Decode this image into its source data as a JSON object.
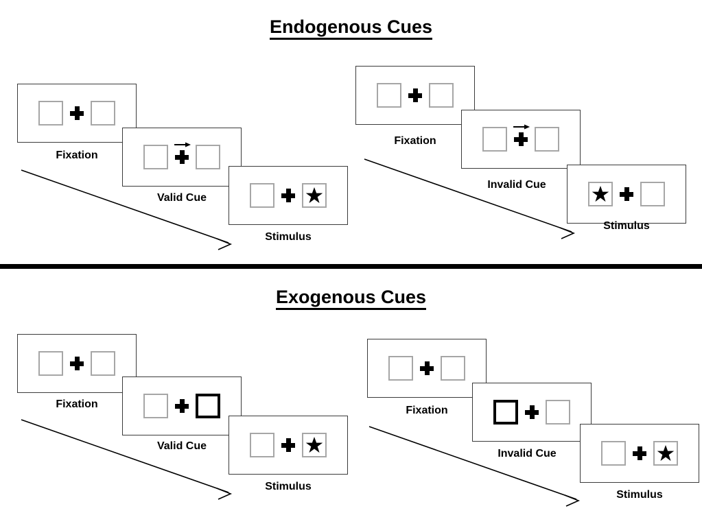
{
  "figure": {
    "title_top": "Endogenous Cues",
    "title_bottom": "Exogenous Cues"
  },
  "sections": [
    {
      "id": "endogenous",
      "title": "Endogenous Cues",
      "cue_type": "central-arrow",
      "groups": [
        {
          "id": "endogenous-valid",
          "condition": "valid",
          "frames": [
            {
              "caption": "Fixation",
              "left_box": "empty",
              "right_box": "empty",
              "cue": "none",
              "center": "fixation-cross"
            },
            {
              "caption": "Valid Cue",
              "left_box": "empty",
              "right_box": "empty",
              "cue": "arrow-right",
              "center": "fixation-cross"
            },
            {
              "caption": "Stimulus",
              "left_box": "empty",
              "right_box": "star",
              "cue": "none",
              "center": "fixation-cross"
            }
          ]
        },
        {
          "id": "endogenous-invalid",
          "condition": "invalid",
          "frames": [
            {
              "caption": "Fixation",
              "left_box": "empty",
              "right_box": "empty",
              "cue": "none",
              "center": "fixation-cross"
            },
            {
              "caption": "Invalid Cue",
              "left_box": "empty",
              "right_box": "empty",
              "cue": "arrow-right",
              "center": "fixation-cross"
            },
            {
              "caption": "Stimulus",
              "left_box": "star",
              "right_box": "empty",
              "cue": "none",
              "center": "fixation-cross"
            }
          ]
        }
      ]
    },
    {
      "id": "exogenous",
      "title": "Exogenous Cues",
      "cue_type": "peripheral-box-flash",
      "groups": [
        {
          "id": "exogenous-valid",
          "condition": "valid",
          "frames": [
            {
              "caption": "Fixation",
              "left_box": "empty",
              "right_box": "empty",
              "cue": "none",
              "center": "fixation-cross"
            },
            {
              "caption": "Valid Cue",
              "left_box": "empty",
              "right_box": "cued",
              "cue": "box-highlight-right",
              "center": "fixation-cross"
            },
            {
              "caption": "Stimulus",
              "left_box": "empty",
              "right_box": "star",
              "cue": "none",
              "center": "fixation-cross"
            }
          ]
        },
        {
          "id": "exogenous-invalid",
          "condition": "invalid",
          "frames": [
            {
              "caption": "Fixation",
              "left_box": "empty",
              "right_box": "empty",
              "cue": "none",
              "center": "fixation-cross"
            },
            {
              "caption": "Invalid Cue",
              "left_box": "cued",
              "right_box": "empty",
              "cue": "box-highlight-left",
              "center": "fixation-cross"
            },
            {
              "caption": "Stimulus",
              "left_box": "empty",
              "right_box": "star",
              "cue": "none",
              "center": "fixation-cross"
            }
          ]
        }
      ]
    }
  ],
  "colors": {
    "box_border": "#a6a6a6",
    "cued_box_border": "#000000",
    "panel_border": "#3a3a3a",
    "ink": "#000000",
    "background": "#ffffff",
    "divider": "#000000"
  },
  "icons": {
    "fixation": "plus-cross-icon",
    "endogenous_cue": "arrow-right-icon",
    "stimulus": "star-icon",
    "time": "time-arrow-icon"
  }
}
